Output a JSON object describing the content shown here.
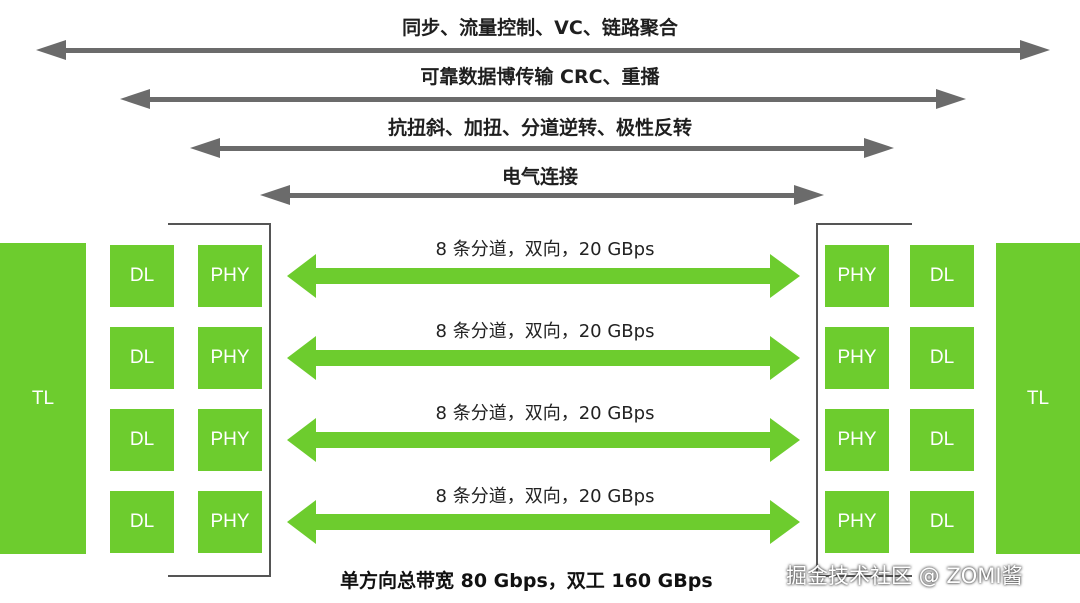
{
  "layers": [
    {
      "label": "同步、流量控制、VC、链路聚合"
    },
    {
      "label": "可靠数据博传输 CRC、重播"
    },
    {
      "label": "抗扭斜、加扭、分道逆转、极性反转"
    },
    {
      "label": "电气连接"
    }
  ],
  "left_side": {
    "tl": "TL",
    "dl": [
      "DL",
      "DL",
      "DL",
      "DL"
    ],
    "phy": [
      "PHY",
      "PHY",
      "PHY",
      "PHY"
    ]
  },
  "right_side": {
    "tl": "TL",
    "dl": [
      "DL",
      "DL",
      "DL",
      "DL"
    ],
    "phy": [
      "PHY",
      "PHY",
      "PHY",
      "PHY"
    ]
  },
  "lanes": [
    {
      "label": "8 条分道，双向，20 GBps"
    },
    {
      "label": "8 条分道，双向，20 GBps"
    },
    {
      "label": "8 条分道，双向，20 GBps"
    },
    {
      "label": "8 条分道，双向，20 GBps"
    }
  ],
  "summary": "单方向总带宽 80 Gbps，双工 160 GBps",
  "watermark": "掘金技术社区 @ ZOMI酱",
  "colors": {
    "green": "#6dcc2e",
    "gray_arrow": "#6b6b6b"
  }
}
